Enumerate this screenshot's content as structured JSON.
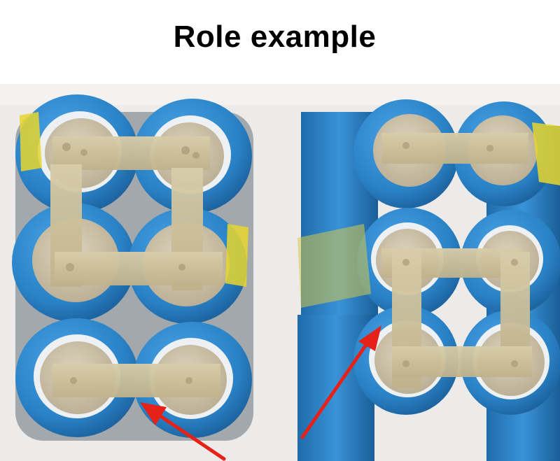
{
  "header": {
    "title": "Role example"
  },
  "colors": {
    "background": "#ffffff",
    "photo_background": "#ecebea",
    "cell_wrap": "#2f86c9",
    "cell_wrap_dark": "#1d6aa8",
    "cell_rim": "#e9eef2",
    "cell_cap": "#c9bfa9",
    "nickel_strip": "#cbbf98",
    "insulation_tape": "#e8d62e",
    "arrow": "#e62117"
  },
  "photo": {
    "left_pack": {
      "layout": "2x3",
      "cells": 6
    },
    "right_pack": {
      "layout": "2x2",
      "cells": 4,
      "extra_side_cells": 2
    },
    "annotations": [
      {
        "type": "arrow",
        "icon": "red-arrow-icon",
        "target": "left-pack-bottom-strip"
      },
      {
        "type": "arrow",
        "icon": "red-arrow-icon",
        "target": "right-pack-vertical-strip"
      }
    ]
  }
}
